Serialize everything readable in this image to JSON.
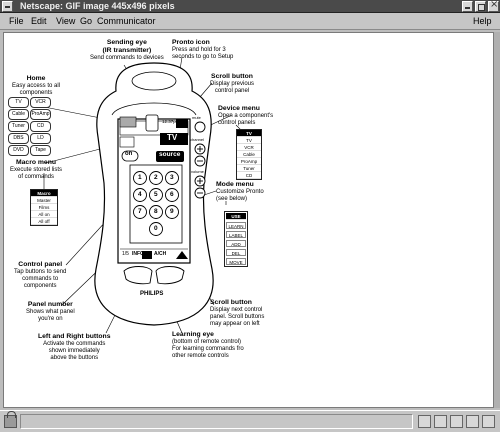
{
  "window": {
    "title": "Netscape: GIF image 445x496 pixels"
  },
  "menubar": {
    "file": "File",
    "edit": "Edit",
    "view": "View",
    "go": "Go",
    "communicator": "Communicator",
    "help": "Help"
  },
  "labels": {
    "sending_eye": {
      "title": "Sending eye",
      "sub": "(IR transmitter)",
      "desc": "Send commands to devices"
    },
    "pronto_icon": {
      "title": "Pronto icon",
      "desc": "Press and hold for 3\nseconds to go to Setup"
    },
    "scroll_button_top": {
      "title": "Scroll button",
      "desc": "Display previous\ncontrol panel"
    },
    "home": {
      "title": "Home",
      "desc": "Easy access to all\ncomponents"
    },
    "device_menu": {
      "title": "Device menu",
      "desc": "Open a component's\ncontrol panels"
    },
    "macro_menu": {
      "title": "Macro menu",
      "desc": "Execute stored lists\nof commands"
    },
    "mode_menu": {
      "title": "Mode menu",
      "desc": "Customize Pronto\n(see below)"
    },
    "control_panel": {
      "title": "Control panel",
      "desc": "Tap buttons to send\ncommands to\ncomponents"
    },
    "scroll_button_bottom": {
      "title": "Scroll button",
      "desc": "Display next control\npanel. Scroll buttons\nmay appear on left"
    },
    "panel_number": {
      "title": "Panel number",
      "desc": "Shows what panel\nyou're on"
    },
    "left_right_buttons": {
      "title": "Left and Right buttons",
      "desc": "Activate the commands\nshown immediately\nabove the buttons"
    },
    "learning_eye": {
      "title": "Learning eye",
      "desc": "(bottom of remote control)\nFor learning commands fro\nother remote controls"
    }
  },
  "home_chips": [
    "TV",
    "VCR",
    "Cable",
    "ProAmp",
    "Tuner",
    "CD",
    "DBS",
    "LD",
    "DVD",
    "Tape"
  ],
  "macro_list": [
    "Macro",
    "Master",
    "Films",
    "All on",
    "All off"
  ],
  "device_list": [
    "TV",
    "TV",
    "VCR",
    "Cable",
    "ProAmp",
    "Tuner",
    "CD"
  ],
  "mode_list": [
    "USE",
    "LEARN",
    "LABEL",
    "ADD",
    "DEL",
    "MOVE"
  ],
  "remote": {
    "time": "12:37pm",
    "device": "TV",
    "on_label": "on",
    "source_label": "source",
    "digits": [
      "1",
      "2",
      "3",
      "4",
      "5",
      "6",
      "7",
      "8",
      "9",
      "0"
    ],
    "panel_number": "1/5",
    "info": "INFO",
    "ach": "A/CH",
    "brand": "PHILIPS",
    "side_top": "mute",
    "side_mid": "channel",
    "side_bot": "volume"
  }
}
